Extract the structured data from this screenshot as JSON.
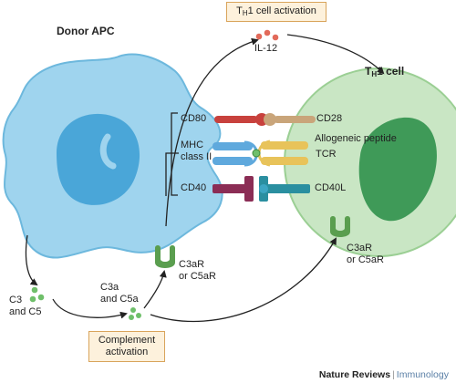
{
  "labels": {
    "donor_apc": "Donor APC",
    "th1_cell_prefix": "T",
    "th1_cell_sub": "H",
    "th1_cell_suffix": "1 cell",
    "th1_activation_prefix": "T",
    "th1_activation_sub": "H",
    "th1_activation_suffix": "1 cell activation",
    "il12": "IL-12",
    "cd80": "CD80",
    "cd28": "CD28",
    "allogeneic_peptide": "Allogeneic peptide",
    "mhc_class_ii_line1": "MHC",
    "mhc_class_ii_line2": "class II",
    "tcr": "TCR",
    "cd40": "CD40",
    "cd40l": "CD40L",
    "c3ar_apc_line1": "C3aR",
    "c3ar_apc_line2": "or C5aR",
    "c3ar_th1_line1": "C3aR",
    "c3ar_th1_line2": "or C5aR",
    "c3_c5_line1": "C3",
    "c3_c5_line2": "and C5",
    "c3a_c5a_line1": "C3a",
    "c3a_c5a_line2": "and C5a",
    "complement_line1": "Complement",
    "complement_line2": "activation"
  },
  "footer": {
    "publisher": "Nature Reviews",
    "separator": "|",
    "journal": "Immunology"
  },
  "colors": {
    "apc_fill": "#9fd4ee",
    "apc_nucleus": "#4aa6d8",
    "th1_fill": "#c9e6c4",
    "th1_nucleus": "#3f9a58",
    "cd80": "#c8413d",
    "cd28": "#c9a57a",
    "mhc": "#5fa9dd",
    "tcr": "#e8c35a",
    "cd40": "#8b2d55",
    "cd40l": "#2a8fa0",
    "complement_dots": "#6fbf6a",
    "il12_dots": "#e26a5a",
    "box_fill": "#fdf1dc",
    "box_border": "#d9a45b"
  }
}
